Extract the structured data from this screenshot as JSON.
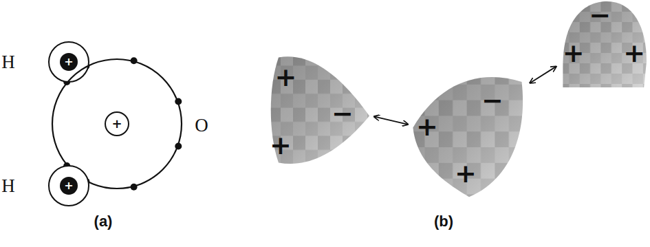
{
  "diagram": {
    "nodes": [
      {
        "text": [
          "H",
          "+"
        ]
      },
      {
        "text": [
          "+",
          "O"
        ]
      },
      {
        "text": [
          "H",
          "+"
        ]
      },
      {
        "text": [
          "+",
          "−",
          "+"
        ]
      },
      {
        "text": [
          "+",
          "−",
          "+"
        ]
      },
      {
        "text": [
          "−",
          "+",
          "+"
        ]
      }
    ],
    "edges": [
      {
        "from": 3,
        "to": 4,
        "arrow": "both"
      },
      {
        "from": 4,
        "to": 5,
        "arrow": "both"
      }
    ],
    "labels": [
      "(a)",
      "(b)"
    ]
  }
}
